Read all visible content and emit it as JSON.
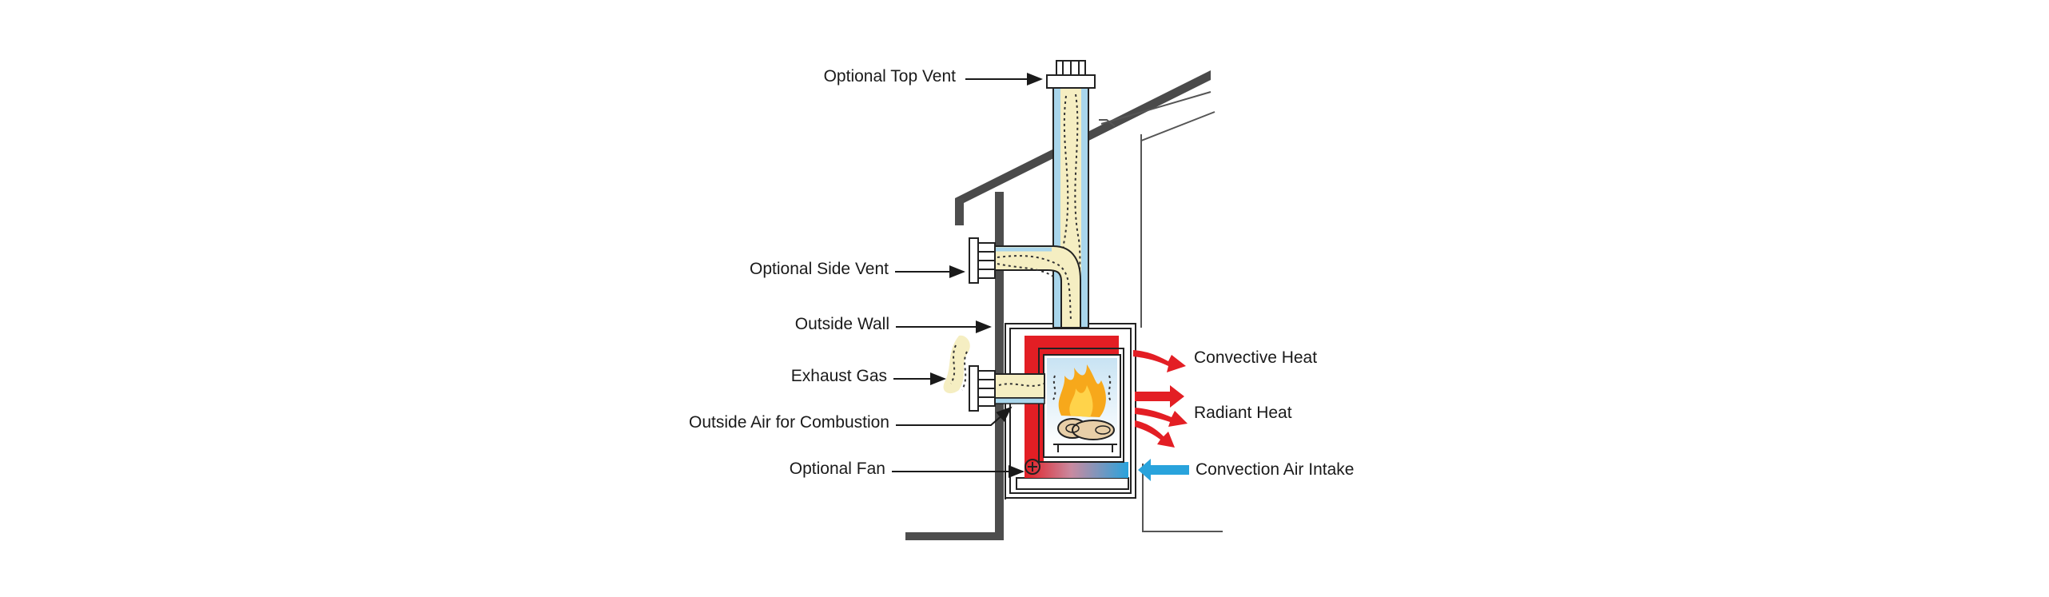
{
  "labels": {
    "top_vent": "Optional Top Vent",
    "side_vent": "Optional Side Vent",
    "outside_wall": "Outside Wall",
    "exhaust_gas": "Exhaust Gas",
    "outside_air": "Outside Air for Combustion",
    "fan": "Optional Fan",
    "convective_heat": "Convective Heat",
    "radiant_heat": "Radiant Heat",
    "convection_intake": "Convection Air Intake"
  },
  "colors": {
    "heat_arrow": "#e31e24",
    "intake_arrow": "#29a3dc",
    "firebox": "#e31e24",
    "exhaust_fill": "#f5eec2",
    "vent_pipe": "#a9d6ec",
    "wall": "#555555",
    "flame": "#f7a81b",
    "log": "#e8cfa8"
  }
}
